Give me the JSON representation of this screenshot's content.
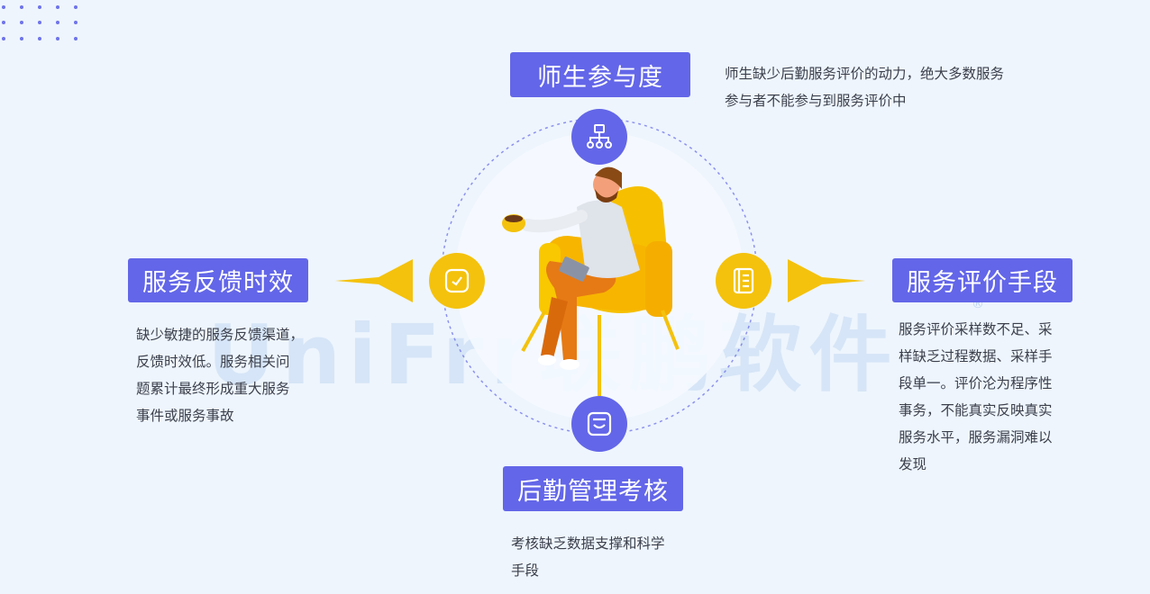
{
  "watermark": {
    "text": "UniFrr联鹏软件",
    "reg": "®"
  },
  "nodes": {
    "participation": {
      "title": "师生参与度",
      "desc": "师生缺少后勤服务评价的动力，绝大多数服务\n参与者不能参与到服务评价中",
      "icon": "org-chart-icon"
    },
    "feedback": {
      "title": "服务反馈时效",
      "desc": "缺少敏捷的服务反馈渠道，\n反馈时效低。服务相关问\n题累计最终形成重大服务\n事件或服务事故",
      "icon": "clock-icon"
    },
    "evaluation": {
      "title": "服务评价手段",
      "desc": "服务评价采样数不足、采\n样缺乏过程数据、采样手\n段单一。评价沦为程序性\n事务，不能真实反映真实\n服务水平，服务漏洞难以\n发现",
      "icon": "document-icon"
    },
    "management": {
      "title": "后勤管理考核",
      "desc": "考核缺乏数据支撑和科学\n手段",
      "icon": "inbox-icon"
    }
  },
  "colors": {
    "purple": "#6366e8",
    "yellow": "#f4c20d",
    "background": "#eef5fd",
    "text": "#3b3f4a"
  }
}
